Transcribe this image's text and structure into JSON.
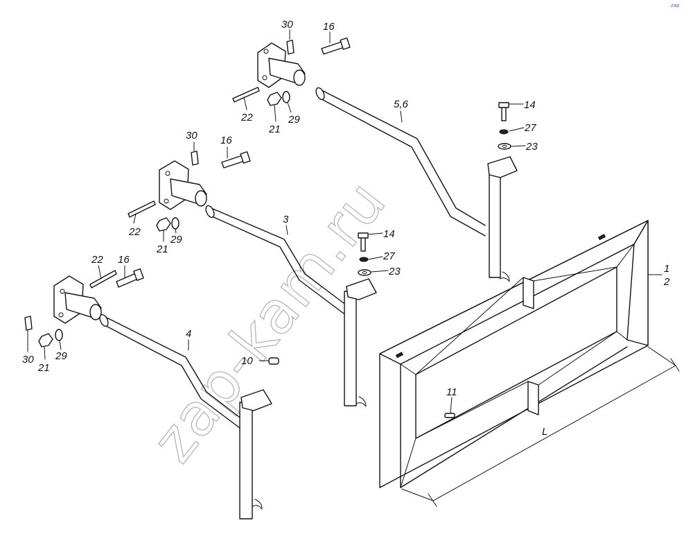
{
  "watermark": {
    "text": "zap-kam.ru"
  },
  "corner_mark": {
    "text": "zap"
  },
  "labels": {
    "a30": "30",
    "a16": "16",
    "a22": "22",
    "a21": "21",
    "a29": "29",
    "b30": "30",
    "b16": "16",
    "b22": "22",
    "b21": "21",
    "b29": "29",
    "c22": "22",
    "c16": "16",
    "c30": "30",
    "c21": "21",
    "c29": "29",
    "p56": "5,6",
    "p3": "3",
    "p4": "4",
    "d14": "14",
    "d27": "27",
    "d23": "23",
    "e14": "14",
    "e27": "27",
    "e23": "23",
    "p10": "10",
    "p11": "11",
    "p1": "1",
    "p2": "2",
    "dimL": "L"
  }
}
